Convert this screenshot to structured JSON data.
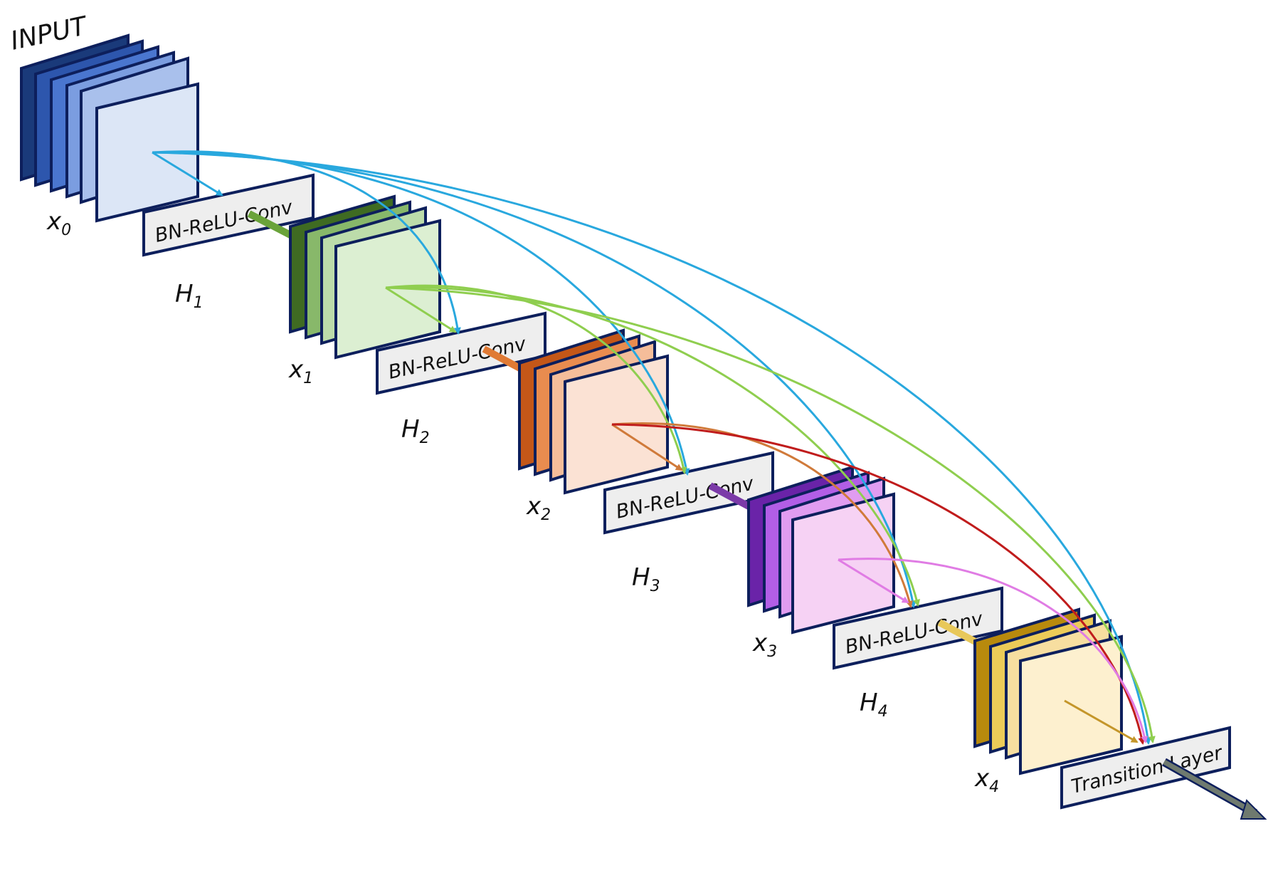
{
  "title": "INPUT",
  "labels": {
    "x0": "x",
    "x0_sub": "0",
    "x1": "x",
    "x1_sub": "1",
    "x2": "x",
    "x2_sub": "2",
    "x3": "x",
    "x3_sub": "3",
    "x4": "x",
    "x4_sub": "4",
    "h1": "H",
    "h1_sub": "1",
    "h2": "H",
    "h2_sub": "2",
    "h3": "H",
    "h3_sub": "3",
    "h4": "H",
    "h4_sub": "4"
  },
  "boxes": {
    "conv1": "BN-ReLU-Conv",
    "conv2": "BN-ReLU-Conv",
    "conv3": "BN-ReLU-Conv",
    "conv4": "BN-ReLU-Conv",
    "transition": "Transition Layer"
  },
  "colors": {
    "stroke": "#0d1f5c",
    "box_fill": "#eeeeee",
    "blocks": [
      [
        "#1a3a7a",
        "#2d56ad",
        "#4a76cf",
        "#7b9de0",
        "#a9c0ec",
        "#dce6f6"
      ],
      [
        "#3f6b22",
        "#88b86a",
        "#bcdcaa",
        "#dcefd2"
      ],
      [
        "#c45718",
        "#e98c4f",
        "#f5bd9a",
        "#fbe2d4"
      ],
      [
        "#6a23a8",
        "#b25ee6",
        "#e09cf0",
        "#f6d2f4"
      ],
      [
        "#b88a0d",
        "#eccb58",
        "#f7dea0",
        "#fdf0cf"
      ]
    ],
    "arrows": {
      "from_x0": "#29a8de",
      "from_x1": "#8fce4f",
      "from_x2": "#c01c1c",
      "from_x3": "#e07ce4",
      "from_x4": "#c4962a",
      "out": "#6f7a6f"
    }
  }
}
